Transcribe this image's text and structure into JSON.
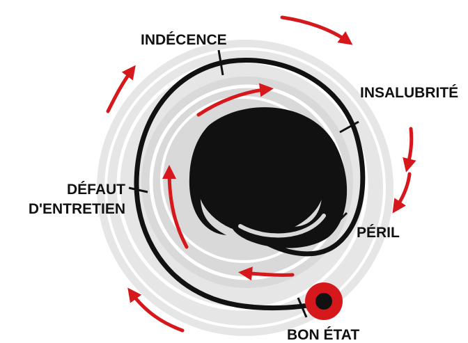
{
  "diagram": {
    "labels": {
      "indecence": "INDÉCENCE",
      "insalubrite": "INSALUBRITÉ",
      "defaut_line1": "DÉFAUT",
      "defaut_line2": "D'ENTRETIEN",
      "peril": "PÉRIL",
      "bon_etat": "BON ÉTAT"
    },
    "colors": {
      "spiral": "#111111",
      "arrows": "#d6171c",
      "rings": "#d4d4d4",
      "rings_light": "#e6e6e6",
      "background": "#ffffff"
    }
  }
}
